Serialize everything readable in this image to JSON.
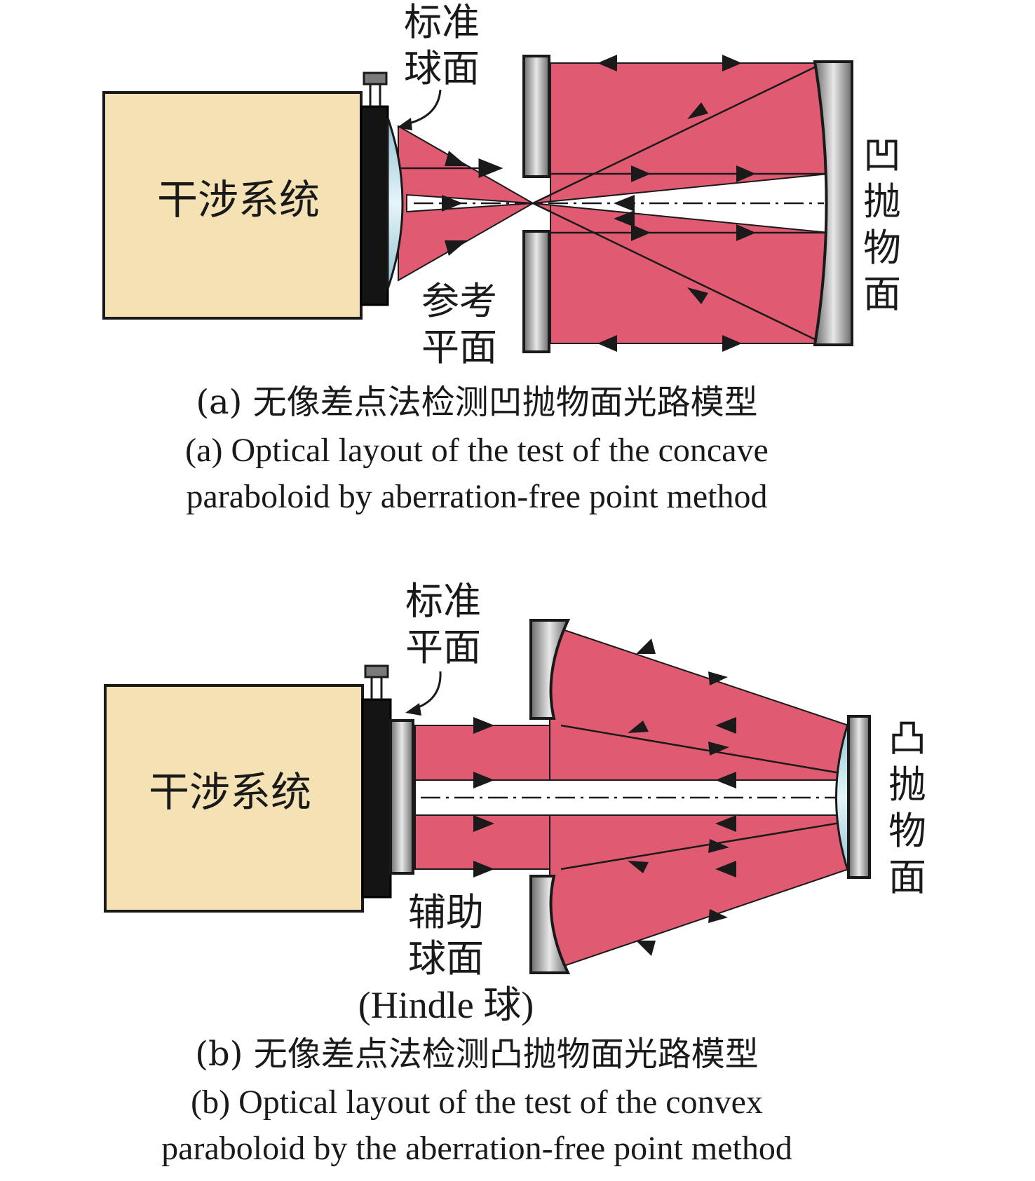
{
  "colors": {
    "beam": "#e05a72",
    "box": "#f5e2b4",
    "outline": "#1a1a1a",
    "mirror_metal": "#8a8a8a",
    "lens": "#b8dce6"
  },
  "figure_a": {
    "box_label": "干涉系统",
    "top_label": [
      "标准",
      "球面"
    ],
    "bottom_label": [
      "参考",
      "平面"
    ],
    "right_label": [
      "凹",
      "抛",
      "物",
      "面"
    ],
    "caption_cn": "(a) 无像差点法检测凹抛物面光路模型",
    "caption_en_1": "(a) Optical layout of the test of the concave",
    "caption_en_2": "paraboloid by aberration-free point method"
  },
  "figure_b": {
    "box_label": "干涉系统",
    "top_label": [
      "标准",
      "平面"
    ],
    "bottom_label": [
      "辅助",
      "球面",
      "(Hindle 球)"
    ],
    "right_label": [
      "凸",
      "抛",
      "物",
      "面"
    ],
    "caption_cn": "(b) 无像差点法检测凸抛物面光路模型",
    "caption_en_1": "(b) Optical layout of the test of the convex",
    "caption_en_2": "paraboloid by the aberration-free point method"
  }
}
